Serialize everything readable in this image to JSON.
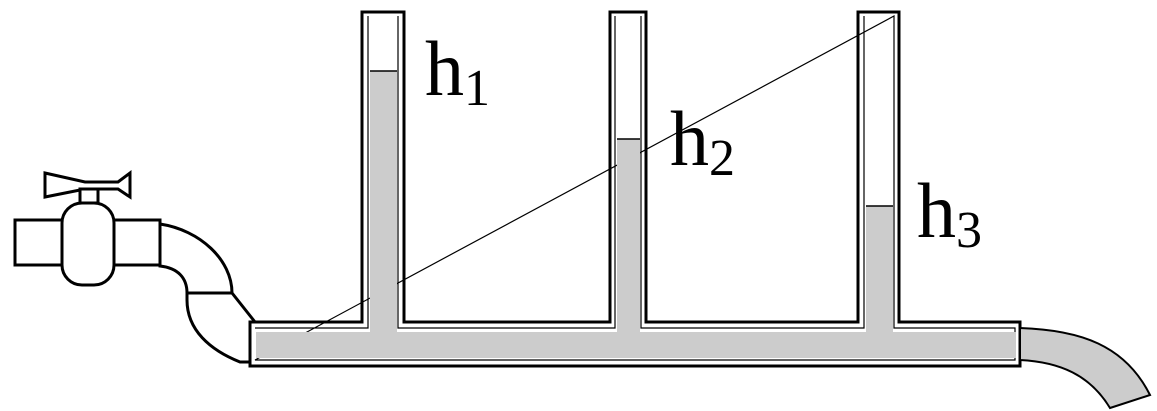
{
  "colors": {
    "water": "#cccccc",
    "outline": "#000000",
    "background": "#ffffff"
  },
  "labels": [
    {
      "base": "h",
      "sub": "1"
    },
    {
      "base": "h",
      "sub": "2"
    },
    {
      "base": "h",
      "sub": "3"
    }
  ]
}
